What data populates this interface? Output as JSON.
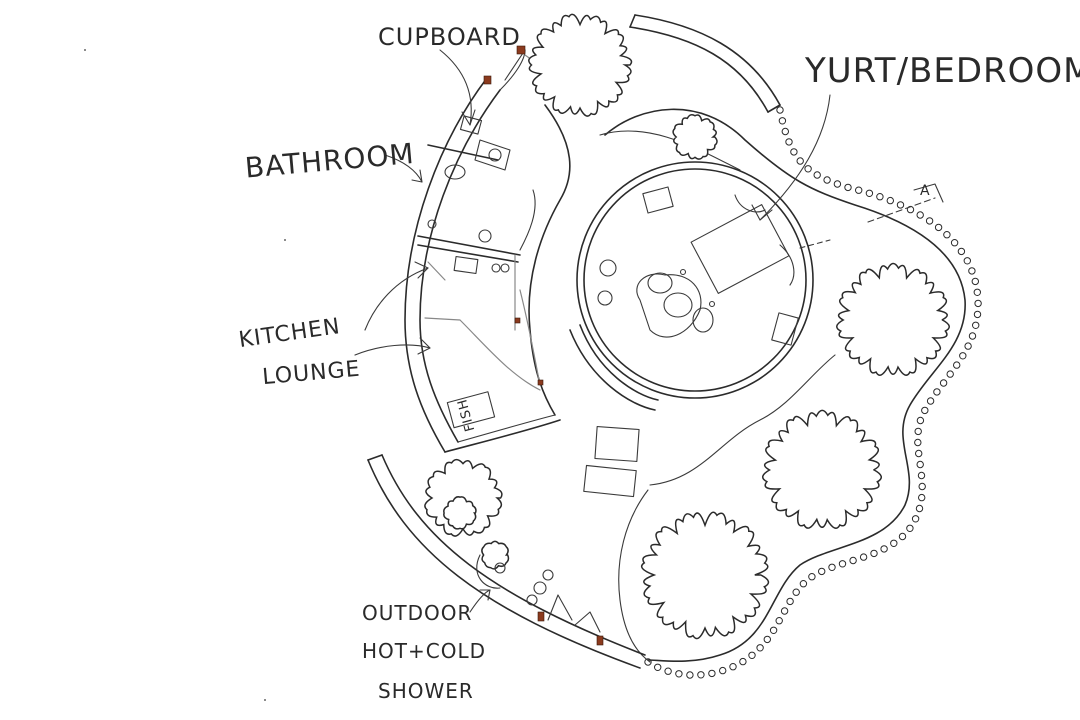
{
  "labels": {
    "cupboard": "CUPBOARD",
    "yurt_bedroom": "YURT/BEDROOM",
    "bathroom": "BATHROOM",
    "kitchen": "KITCHEN",
    "lounge": "LOUNGE",
    "fish": "FISH",
    "section_marker": "A",
    "shower_line1": "OUTDOOR",
    "shower_line2": "HOT+COLD",
    "shower_line3": "SHOWER"
  },
  "colors": {
    "ink": "#2b2b2b",
    "pencil": "#888888",
    "post": "#8b3a1e",
    "paper": "#ffffff"
  }
}
